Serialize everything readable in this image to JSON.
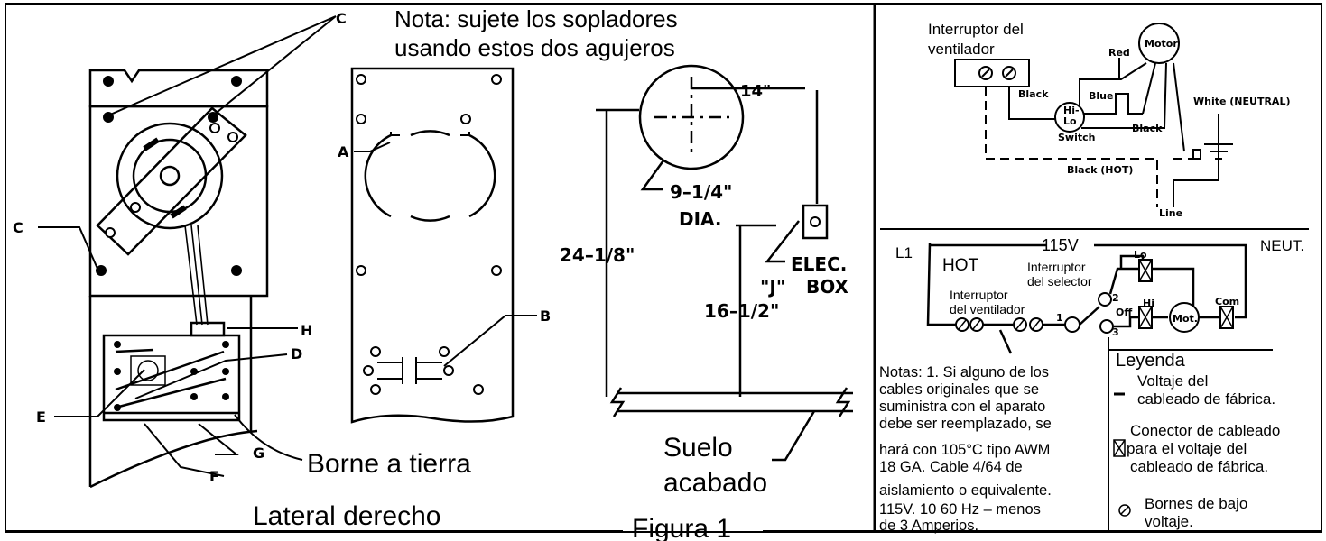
{
  "left_panel": {
    "note_line1": "Nota: sujete los sopladores",
    "note_line2": "usando estos dos agujeros",
    "callouts": {
      "c_top": "C",
      "c_left": "C",
      "a": "A",
      "b": "B",
      "d": "D",
      "e": "E",
      "f": "F",
      "g": "G",
      "h": "H"
    },
    "ground_label": "Borne a tierra",
    "side_label": "Lateral derecho",
    "dim_14": "14\"",
    "dim_dia_1": "9–1/4\"",
    "dim_dia_2": "DIA.",
    "dim_24": "24–1/8\"",
    "dim_16": "16–1/2\"",
    "elec_1": "ELEC.",
    "elec_j": "\"J\"",
    "elec_2": "BOX",
    "floor_1": "Suelo",
    "floor_2": "acabado",
    "figure": "Figura 1"
  },
  "top_wiring": {
    "fan_switch_1": "Interruptor del",
    "fan_switch_2": "ventilador",
    "red": "Red",
    "motor": "Motor",
    "black_1": "Black",
    "blue": "Blue",
    "hilo_1": "Hi-",
    "hilo_2": "Lo",
    "switch": "Switch",
    "black_2": "Black",
    "white": "White (NEUTRAL)",
    "black_hot": "Black (HOT)",
    "line": "Line"
  },
  "schematic": {
    "l1": "L1",
    "v115": "115V",
    "neut": "NEUT.",
    "hot": "HOT",
    "sel_1": "Interruptor",
    "sel_2": "del selector",
    "fan_1": "Interruptor",
    "fan_2": "del ventilador",
    "lo": "Lo",
    "hi": "Hi",
    "com": "Com",
    "mot": "Mot.",
    "p1": "1",
    "p2": "2",
    "p3": "3",
    "off": "Off"
  },
  "notes": {
    "lines": [
      "Notas: 1. Si alguno de los",
      "cables originales que se",
      "suministra con el aparato",
      "debe ser reemplazado, se",
      "hará con 105°C tipo AWM",
      "18 GA. Cable 4/64 de",
      "aislamiento o equivalente.",
      "115V. 10 60 Hz – menos",
      "de 3 Amperios."
    ]
  },
  "legend": {
    "title": "Leyenda",
    "item1_a": "Voltaje del",
    "item1_b": "cableado de fábrica.",
    "item2_a": "Conector de cableado",
    "item2_b": "para el voltaje del",
    "item2_c": "cableado de fábrica.",
    "item3_a": "Bornes de bajo",
    "item3_b": "voltaje."
  }
}
